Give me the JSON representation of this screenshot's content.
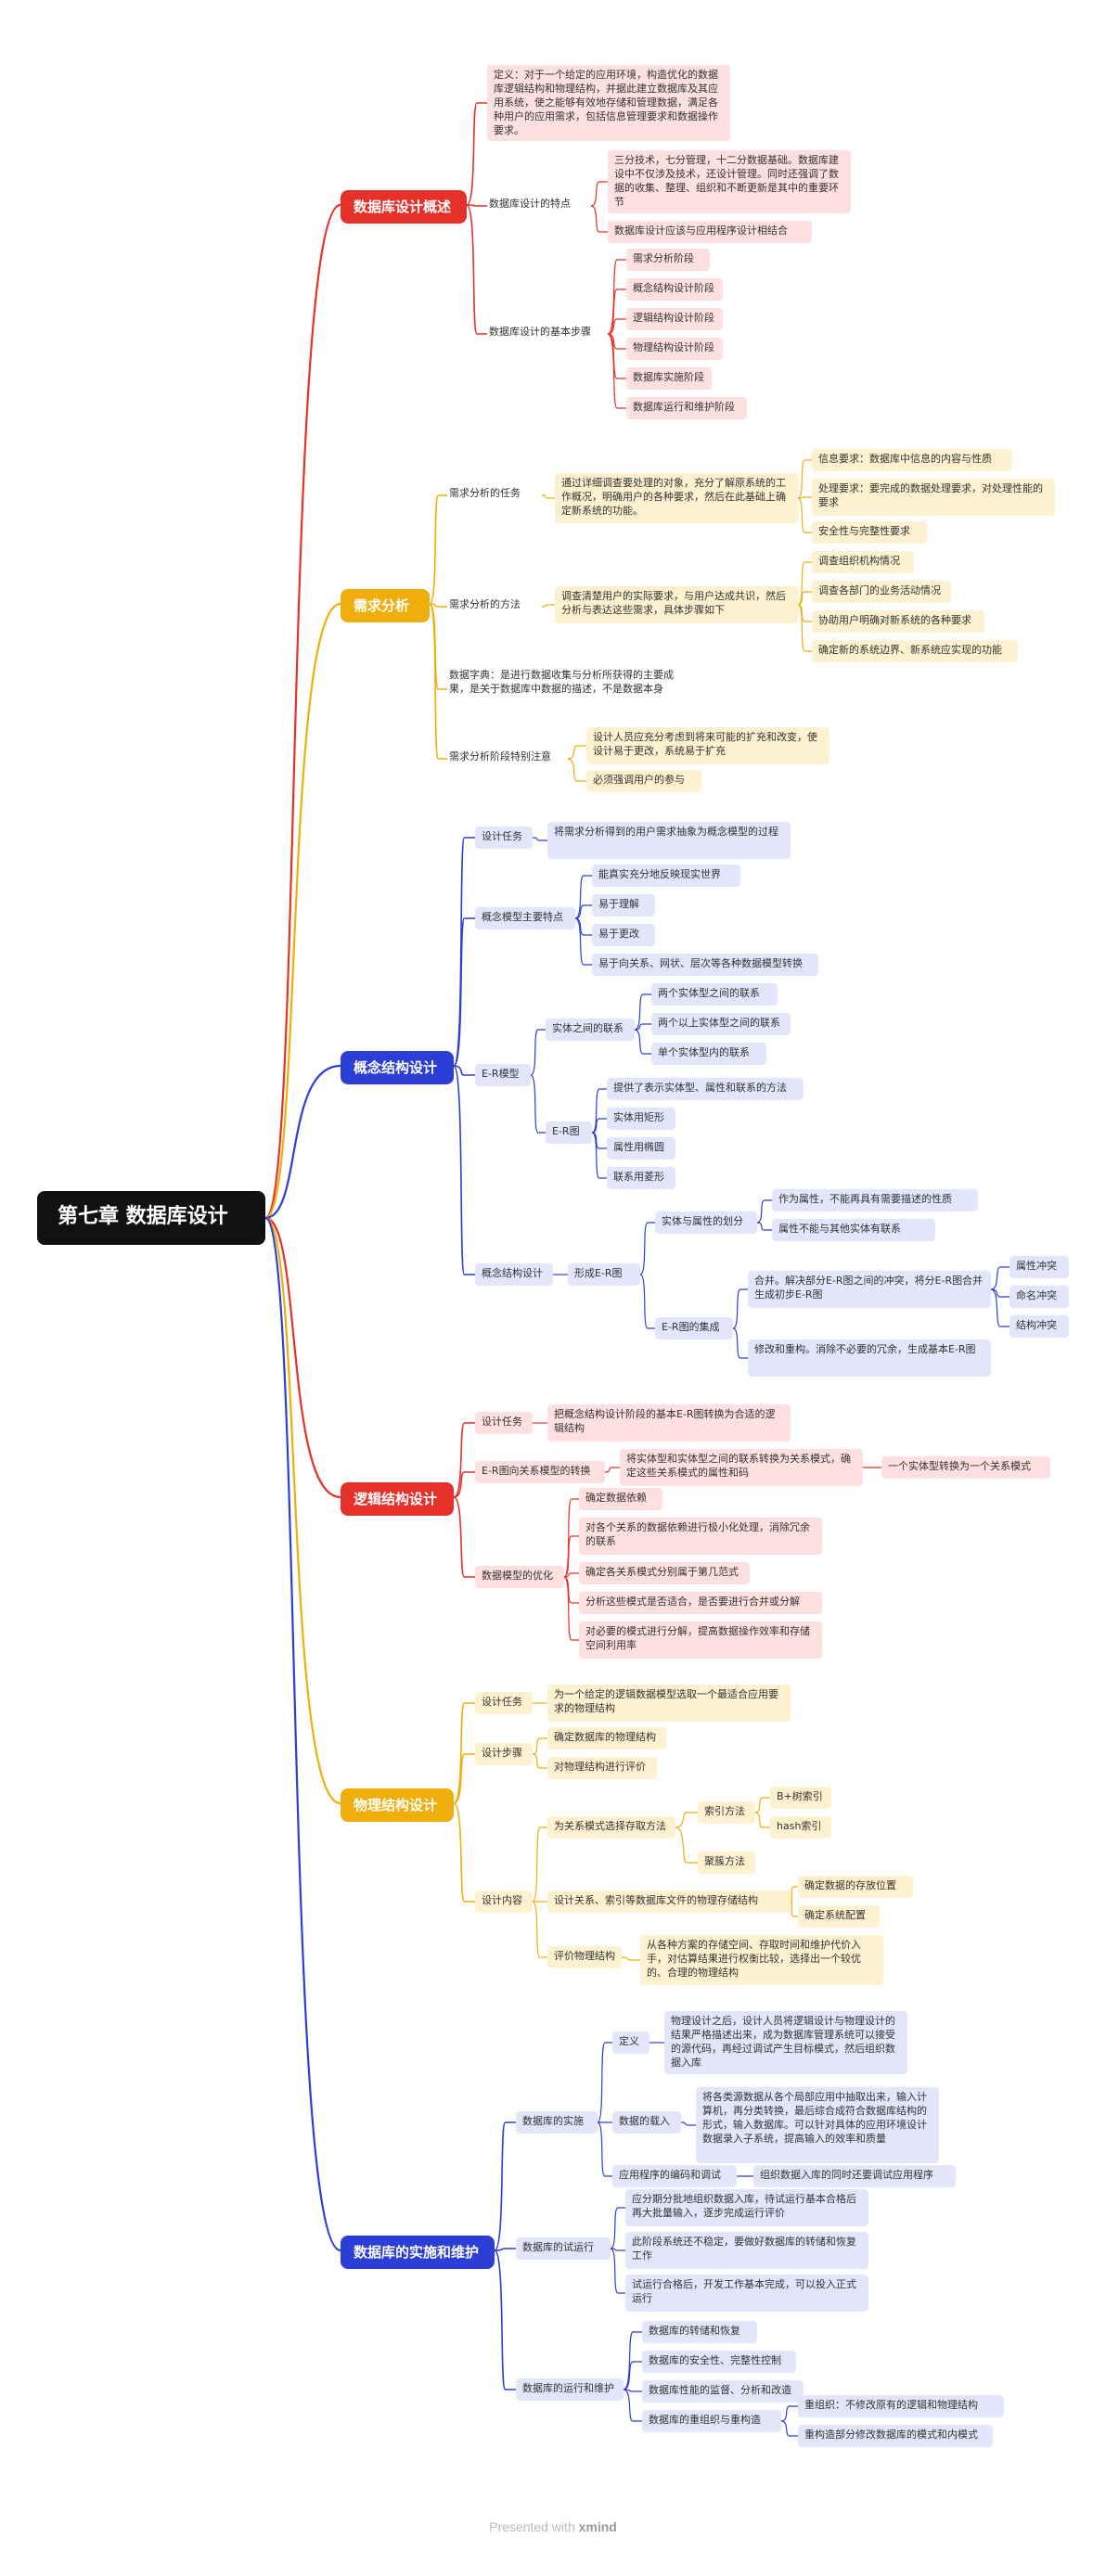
{
  "root": "第七章 数据库设计",
  "branches": [
    {
      "id": "b1",
      "label": "数据库设计概述",
      "color": "#e5312a",
      "light": "t-red",
      "children": [
        {
          "id": "b1a",
          "label": "定义：对于一个给定的应用环境，构造优化的数据库逻辑结构和物理结构，并据此建立数据库及其应用系统，使之能够有效地存储和管理数据，满足各种用户的应用需求，包括信息管理要求和数据操作要求。",
          "box": true
        },
        {
          "id": "b1b",
          "label": "数据库设计的特点",
          "children": [
            {
              "id": "b1b1",
              "label": "三分技术，七分管理，十二分数据基础。数据库建设中不仅涉及技术，还设计管理。同时还强调了数据的收集、整理、组织和不断更新是其中的重要环节",
              "box": true
            },
            {
              "id": "b1b2",
              "label": "数据库设计应该与应用程序设计相结合",
              "box": true
            }
          ]
        },
        {
          "id": "b1c",
          "label": "数据库设计的基本步骤",
          "children": [
            {
              "id": "b1c1",
              "label": "需求分析阶段",
              "box": true
            },
            {
              "id": "b1c2",
              "label": "概念结构设计阶段",
              "box": true
            },
            {
              "id": "b1c3",
              "label": "逻辑结构设计阶段",
              "box": true
            },
            {
              "id": "b1c4",
              "label": "物理结构设计阶段",
              "box": true
            },
            {
              "id": "b1c5",
              "label": "数据库实施阶段",
              "box": true
            },
            {
              "id": "b1c6",
              "label": "数据库运行和维护阶段",
              "box": true
            }
          ]
        }
      ]
    },
    {
      "id": "b2",
      "label": "需求分析",
      "color": "#efae0b",
      "light": "t-yel",
      "children": [
        {
          "id": "b2a",
          "label": "需求分析的任务",
          "children": [
            {
              "id": "b2a1",
              "label": "通过详细调查要处理的对象，充分了解原系统的工作概况，明确用户的各种要求，然后在此基础上确定新系统的功能。",
              "box": true,
              "children": [
                {
                  "id": "b2a1a",
                  "label": "信息要求：数据库中信息的内容与性质",
                  "box": true
                },
                {
                  "id": "b2a1b",
                  "label": "处理要求：要完成的数据处理要求，对处理性能的要求",
                  "box": true
                },
                {
                  "id": "b2a1c",
                  "label": "安全性与完整性要求",
                  "box": true
                }
              ]
            }
          ]
        },
        {
          "id": "b2b",
          "label": "需求分析的方法",
          "children": [
            {
              "id": "b2b1",
              "label": "调查清楚用户的实际要求，与用户达成共识，然后分析与表达这些需求，具体步骤如下",
              "box": true,
              "children": [
                {
                  "id": "b2b1a",
                  "label": "调查组织机构情况",
                  "box": true
                },
                {
                  "id": "b2b1b",
                  "label": "调查各部门的业务活动情况",
                  "box": true
                },
                {
                  "id": "b2b1c",
                  "label": "协助用户明确对新系统的各种要求",
                  "box": true
                },
                {
                  "id": "b2b1d",
                  "label": "确定新的系统边界、新系统应实现的功能",
                  "box": true
                }
              ]
            }
          ]
        },
        {
          "id": "b2c",
          "label": "数据字典：是进行数据收集与分析所获得的主要成果，是关于数据库中数据的描述，不是数据本身"
        },
        {
          "id": "b2d",
          "label": "需求分析阶段特别注意",
          "children": [
            {
              "id": "b2d1",
              "label": "设计人员应充分考虑到将来可能的扩充和改变，使设计易于更改，系统易于扩充",
              "box": true
            },
            {
              "id": "b2d2",
              "label": "必须强调用户的参与",
              "box": true
            }
          ]
        }
      ]
    },
    {
      "id": "b3",
      "label": "概念结构设计",
      "color": "#2b3fd6",
      "light": "t-blu",
      "children": [
        {
          "id": "b3a",
          "label": "设计任务",
          "box": true,
          "children": [
            {
              "id": "b3a1",
              "label": "将需求分析得到的用户需求抽象为概念模型的过程",
              "box": true
            }
          ]
        },
        {
          "id": "b3b",
          "label": "概念模型主要特点",
          "box": true,
          "children": [
            {
              "id": "b3b1",
              "label": "能真实充分地反映现实世界",
              "box": true
            },
            {
              "id": "b3b2",
              "label": "易于理解",
              "box": true
            },
            {
              "id": "b3b3",
              "label": "易于更改",
              "box": true
            },
            {
              "id": "b3b4",
              "label": "易于向关系、网状、层次等各种数据模型转换",
              "box": true
            }
          ]
        },
        {
          "id": "b3c",
          "label": "E-R模型",
          "box": true,
          "children": [
            {
              "id": "b3c1",
              "label": "实体之间的联系",
              "box": true,
              "children": [
                {
                  "id": "b3c1a",
                  "label": "两个实体型之间的联系",
                  "box": true
                },
                {
                  "id": "b3c1b",
                  "label": "两个以上实体型之间的联系",
                  "box": true
                },
                {
                  "id": "b3c1c",
                  "label": "单个实体型内的联系",
                  "box": true
                }
              ]
            },
            {
              "id": "b3c2",
              "label": "E-R图",
              "box": true,
              "children": [
                {
                  "id": "b3c2a",
                  "label": "提供了表示实体型、属性和联系的方法",
                  "box": true
                },
                {
                  "id": "b3c2b",
                  "label": "实体用矩形",
                  "box": true
                },
                {
                  "id": "b3c2c",
                  "label": "属性用椭圆",
                  "box": true
                },
                {
                  "id": "b3c2d",
                  "label": "联系用菱形",
                  "box": true
                }
              ]
            }
          ]
        },
        {
          "id": "b3d",
          "label": "概念结构设计",
          "box": true,
          "children": [
            {
              "id": "b3d1",
              "label": "形成E-R图",
              "box": true,
              "children": [
                {
                  "id": "b3d1a",
                  "label": "实体与属性的划分",
                  "box": true,
                  "children": [
                    {
                      "id": "b3d1a1",
                      "label": "作为属性，不能再具有需要描述的性质",
                      "box": true
                    },
                    {
                      "id": "b3d1a2",
                      "label": "属性不能与其他实体有联系",
                      "box": true
                    }
                  ]
                },
                {
                  "id": "b3d1b",
                  "label": "E-R图的集成",
                  "box": true,
                  "children": [
                    {
                      "id": "b3d1b1",
                      "label": "合并。解决部分E-R图之间的冲突，将分E-R图合并生成初步E-R图",
                      "box": true,
                      "children": [
                        {
                          "id": "b3d1b1a",
                          "label": "属性冲突",
                          "box": true
                        },
                        {
                          "id": "b3d1b1b",
                          "label": "命名冲突",
                          "box": true
                        },
                        {
                          "id": "b3d1b1c",
                          "label": "结构冲突",
                          "box": true
                        }
                      ]
                    },
                    {
                      "id": "b3d1b2",
                      "label": "修改和重构。消除不必要的冗余，生成基本E-R图",
                      "box": true
                    }
                  ]
                }
              ]
            }
          ]
        }
      ]
    },
    {
      "id": "b4",
      "label": "逻辑结构设计",
      "color": "#e5312a",
      "light": "t-red",
      "children": [
        {
          "id": "b4a",
          "label": "设计任务",
          "box": true,
          "children": [
            {
              "id": "b4a1",
              "label": "把概念结构设计阶段的基本E-R图转换为合适的逻辑结构",
              "box": true
            }
          ]
        },
        {
          "id": "b4b",
          "label": "E-R图向关系模型的转换",
          "box": true,
          "children": [
            {
              "id": "b4b1",
              "label": "将实体型和实体型之间的联系转换为关系模式，确定这些关系模式的属性和码",
              "box": true,
              "children": [
                {
                  "id": "b4b1a",
                  "label": "一个实体型转换为一个关系模式",
                  "box": true
                }
              ]
            }
          ]
        },
        {
          "id": "b4c",
          "label": "数据模型的优化",
          "box": true,
          "children": [
            {
              "id": "b4c1",
              "label": "确定数据依赖",
              "box": true
            },
            {
              "id": "b4c2",
              "label": "对各个关系的数据依赖进行极小化处理，消除冗余的联系",
              "box": true
            },
            {
              "id": "b4c3",
              "label": "确定各关系模式分别属于第几范式",
              "box": true
            },
            {
              "id": "b4c4",
              "label": "分析这些模式是否适合，是否要进行合并或分解",
              "box": true
            },
            {
              "id": "b4c5",
              "label": "对必要的模式进行分解，提高数据操作效率和存储空间利用率",
              "box": true
            }
          ]
        }
      ]
    },
    {
      "id": "b5",
      "label": "物理结构设计",
      "color": "#efae0b",
      "light": "t-yel",
      "children": [
        {
          "id": "b5a",
          "label": "设计任务",
          "box": true,
          "children": [
            {
              "id": "b5a1",
              "label": "为一个给定的逻辑数据模型选取一个最适合应用要求的物理结构",
              "box": true
            }
          ]
        },
        {
          "id": "b5b",
          "label": "设计步骤",
          "box": true,
          "children": [
            {
              "id": "b5b1",
              "label": "确定数据库的物理结构",
              "box": true
            },
            {
              "id": "b5b2",
              "label": "对物理结构进行评价",
              "box": true
            }
          ]
        },
        {
          "id": "b5c",
          "label": "设计内容",
          "box": true,
          "children": [
            {
              "id": "b5c1",
              "label": "为关系模式选择存取方法",
              "box": true,
              "children": [
                {
                  "id": "b5c1a",
                  "label": "索引方法",
                  "box": true,
                  "children": [
                    {
                      "id": "b5c1a1",
                      "label": "B+树索引",
                      "box": true
                    },
                    {
                      "id": "b5c1a2",
                      "label": "hash索引",
                      "box": true
                    }
                  ]
                },
                {
                  "id": "b5c1b",
                  "label": "聚簇方法",
                  "box": true
                }
              ]
            },
            {
              "id": "b5c2",
              "label": "设计关系、索引等数据库文件的物理存储结构",
              "box": true,
              "children": [
                {
                  "id": "b5c2a",
                  "label": "确定数据的存放位置",
                  "box": true
                },
                {
                  "id": "b5c2b",
                  "label": "确定系统配置",
                  "box": true
                }
              ]
            },
            {
              "id": "b5c3",
              "label": "评价物理结构",
              "box": true,
              "children": [
                {
                  "id": "b5c3a",
                  "label": "从各种方案的存储空间、存取时间和维护代价入手，对估算结果进行权衡比较，选择出一个较优的、合理的物理结构",
                  "box": true
                }
              ]
            }
          ]
        }
      ]
    },
    {
      "id": "b6",
      "label": "数据库的实施和维护",
      "color": "#2b3fd6",
      "light": "t-blu",
      "children": [
        {
          "id": "b6a",
          "label": "数据库的实施",
          "box": true,
          "children": [
            {
              "id": "b6a1",
              "label": "定义",
              "box": true,
              "children": [
                {
                  "id": "b6a1a",
                  "label": "物理设计之后，设计人员将逻辑设计与物理设计的结果严格描述出来，成为数据库管理系统可以接受的源代码，再经过调试产生目标模式，然后组织数据入库",
                  "box": true
                }
              ]
            },
            {
              "id": "b6a2",
              "label": "数据的载入",
              "box": true,
              "children": [
                {
                  "id": "b6a2a",
                  "label": "将各类源数据从各个局部应用中抽取出来，输入计算机，再分类转换，最后综合成符合数据库结构的形式，输入数据库。可以针对具体的应用环境设计数据录入子系统，提高输入的效率和质量",
                  "box": true
                }
              ]
            },
            {
              "id": "b6a3",
              "label": "应用程序的编码和调试",
              "box": true,
              "children": [
                {
                  "id": "b6a3a",
                  "label": "组织数据入库的同时还要调试应用程序",
                  "box": true
                }
              ]
            }
          ]
        },
        {
          "id": "b6b",
          "label": "数据库的试运行",
          "box": true,
          "children": [
            {
              "id": "b6b1",
              "label": "应分期分批地组织数据入库，待试运行基本合格后再大批量输入，逐步完成运行评价",
              "box": true
            },
            {
              "id": "b6b2",
              "label": "此阶段系统还不稳定，要做好数据库的转储和恢复工作",
              "box": true
            },
            {
              "id": "b6b3",
              "label": "试运行合格后，开发工作基本完成，可以投入正式运行",
              "box": true
            }
          ]
        },
        {
          "id": "b6c",
          "label": "数据库的运行和维护",
          "box": true,
          "children": [
            {
              "id": "b6c1",
              "label": "数据库的转储和恢复",
              "box": true
            },
            {
              "id": "b6c2",
              "label": "数据库的安全性、完整性控制",
              "box": true
            },
            {
              "id": "b6c3",
              "label": "数据库性能的监督、分析和改造",
              "box": true
            },
            {
              "id": "b6c4",
              "label": "数据库的重组织与重构造",
              "box": true,
              "children": [
                {
                  "id": "b6c4a",
                  "label": "重组织：不修改原有的逻辑和物理结构",
                  "box": true
                },
                {
                  "id": "b6c4b",
                  "label": "重构造部分修改数据库的模式和内模式",
                  "box": true
                }
              ]
            }
          ]
        }
      ]
    }
  ],
  "footer": {
    "prefix": "Presented with ",
    "brand": "xmind"
  }
}
